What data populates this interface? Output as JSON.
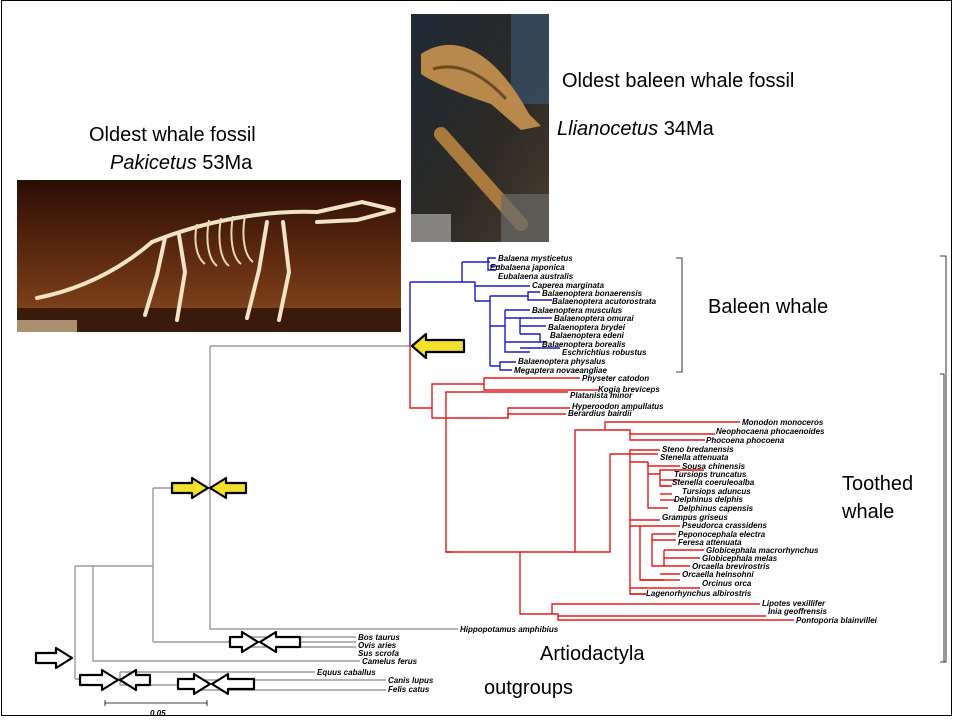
{
  "captions": {
    "oldest_whale_title": "Oldest whale fossil",
    "pakicetus_genus": "Pakicetus",
    "pakicetus_age": " 53Ma",
    "oldest_baleen_title": "Oldest baleen whale fossil",
    "llianocetus_genus": "Llianocetus",
    "llianocetus_age": " 34Ma",
    "baleen_group": "Baleen whale",
    "toothed_group_line1": "Toothed",
    "toothed_group_line2": "whale",
    "artiodactyla_line1": "Artiodactyla",
    "artiodactyla_line2": "outgroups"
  },
  "scale_bar": {
    "label": "0.05"
  },
  "colors": {
    "baleen_clade": "#1a1acc",
    "toothed_clade": "#e8191a",
    "outgroup_clade": "#9a9a9a",
    "marker_fill": "#f2e02a"
  },
  "tree": {
    "baleen_taxa": [
      "Balaena mysticetus",
      "Eubalaena japonica",
      "Eubalaena australis",
      "Caperea marginata",
      "Balaenoptera bonaerensis",
      "Balaenoptera acutorostrata",
      "Balaenoptera musculus",
      "Balaenoptera omurai",
      "Balaenoptera brydei",
      "Balaenoptera edeni",
      "Balaenoptera borealis",
      "Eschrichtius robustus",
      "Balaenoptera physalus",
      "Megaptera novaeangliae"
    ],
    "toothed_taxa": [
      "Physeter catodon",
      "Kogia breviceps",
      "Platanista minor",
      "Hyperoodon ampullatus",
      "Berardius bairdii",
      "Monodon monoceros",
      "Neophocaena phocaenoides",
      "Phocoena phocoena",
      "Steno bredanensis",
      "Stenella attenuata",
      "Sousa chinensis",
      "Tursiops truncatus",
      "Stenella coeruleoalba",
      "Tursiops aduncus",
      "Delphinus delphis",
      "Delphinus capensis",
      "Grampus griseus",
      "Pseudorca crassidens",
      "Peponocephala electra",
      "Feresa attenuata",
      "Globicephala macrorhynchus",
      "Globicephala melas",
      "Orcaella brevirostris",
      "Orcaella heinsohni",
      "Orcinus orca",
      "Lagenorhynchus albirostris",
      "Lipotes vexillifer",
      "Inia geoffrensis",
      "Pontoporia blainvillei"
    ],
    "outgroup_taxa": [
      "Hippopotamus amphibius",
      "Bos taurus",
      "Ovis aries",
      "Sus scrofa",
      "Camelus ferus",
      "Equus caballus",
      "Canis lupus",
      "Felis catus"
    ]
  }
}
